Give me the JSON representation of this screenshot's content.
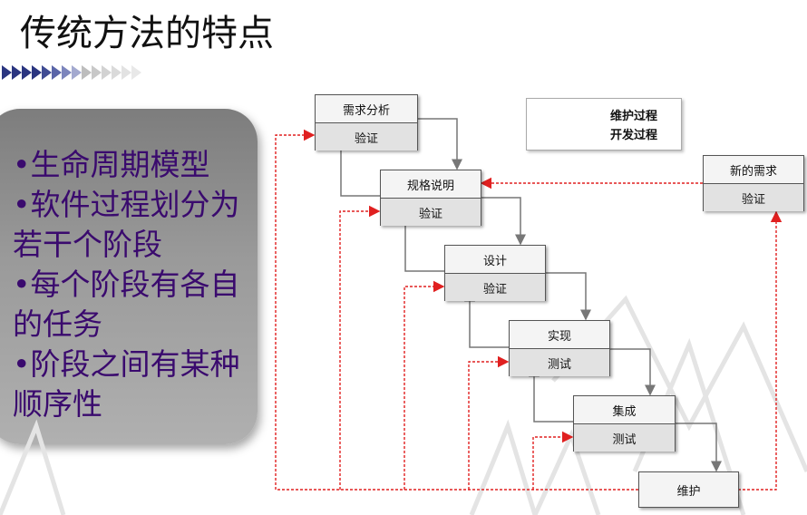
{
  "title": "传统方法的特点",
  "bullets": [
    "•生命周期模型",
    "•软件过程划分为若干个阶段",
    "•每个阶段有各自的任务",
    "•阶段之间有某种顺序性"
  ],
  "legend": {
    "maintenance": "维护过程",
    "development": "开发过程"
  },
  "colors": {
    "maintenance": "#e02020",
    "development": "#777777",
    "bullet_text": "#3a0a6e"
  },
  "boxes": {
    "req": {
      "top": "需求分析",
      "bottom": "验证"
    },
    "spec": {
      "top": "规格说明",
      "bottom": "验证"
    },
    "design": {
      "top": "设计",
      "bottom": "验证"
    },
    "impl": {
      "top": "实现",
      "bottom": "测试"
    },
    "integ": {
      "top": "集成",
      "bottom": "测试"
    },
    "maint": {
      "label": "维护"
    },
    "newreq": {
      "top": "新的需求",
      "bottom": "验证"
    }
  }
}
